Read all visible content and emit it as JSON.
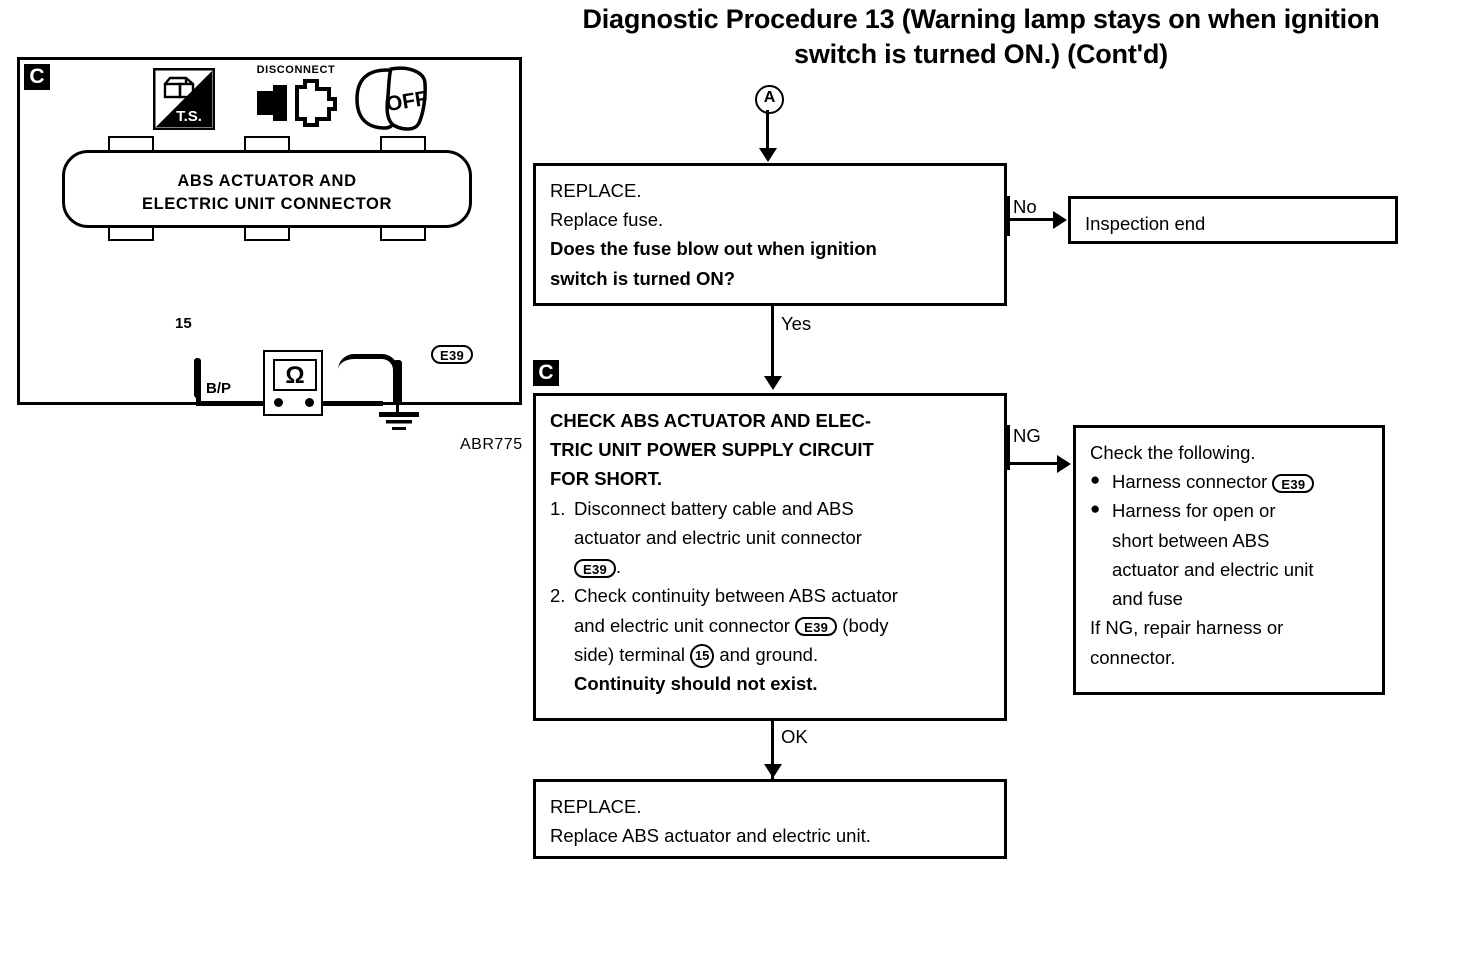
{
  "title": "Diagnostic Procedure 13 (Warning lamp stays on when ignition switch is turned ON.) (Cont'd)",
  "illustration": {
    "marker": "C",
    "icons": {
      "tool_set": "T.S.",
      "disconnect_label": "DISCONNECT",
      "ignition": "OFF"
    },
    "connector_title_line1": "ABS ACTUATOR AND",
    "connector_title_line2": "ELECTRIC UNIT CONNECTOR",
    "terminal_number": "15",
    "wire_color": "B/P",
    "meter_symbol": "Ω",
    "connector_badge": "E39",
    "figure_code": "ABR775"
  },
  "flow": {
    "entry_connector": "A",
    "replace_fuse": {
      "line1": "REPLACE.",
      "line2": "Replace fuse.",
      "line3": "Does the fuse blow out when ignition",
      "line4": "switch is turned ON?"
    },
    "branch_no": "No",
    "branch_yes": "Yes",
    "branch_ng": "NG",
    "branch_ok": "OK",
    "inspection_end": "Inspection end",
    "check_marker": "C",
    "check_circuit": {
      "heading_line1": "CHECK ABS ACTUATOR AND ELEC-",
      "heading_line2": "TRIC UNIT POWER SUPPLY CIRCUIT",
      "heading_line3": "FOR SHORT.",
      "step1_num": "1.",
      "step1_line1": "Disconnect battery cable and ABS",
      "step1_line2": "actuator and electric unit connector",
      "step1_badge": "E39",
      "step1_end": ".",
      "step2_num": "2.",
      "step2_line1": "Check continuity between ABS actuator",
      "step2_line2a": "and electric unit connector",
      "step2_badge": "E39",
      "step2_line2b": "(body",
      "step2_line3a": "side) terminal",
      "step2_terminal": "15",
      "step2_line3b": "and ground.",
      "step2_bold": "Continuity should not exist."
    },
    "check_following": {
      "line1": "Check the following.",
      "bullet1_text": "Harness connector",
      "bullet1_badge": "E39",
      "bullet2_line1": "Harness for open or",
      "bullet2_line2": "short between ABS",
      "bullet2_line3": "actuator and electric unit",
      "bullet2_line4": "and fuse",
      "line_end1": "If NG, repair harness or",
      "line_end2": "connector."
    },
    "replace_unit": {
      "line1": "REPLACE.",
      "line2": "Replace ABS actuator and electric unit."
    }
  }
}
